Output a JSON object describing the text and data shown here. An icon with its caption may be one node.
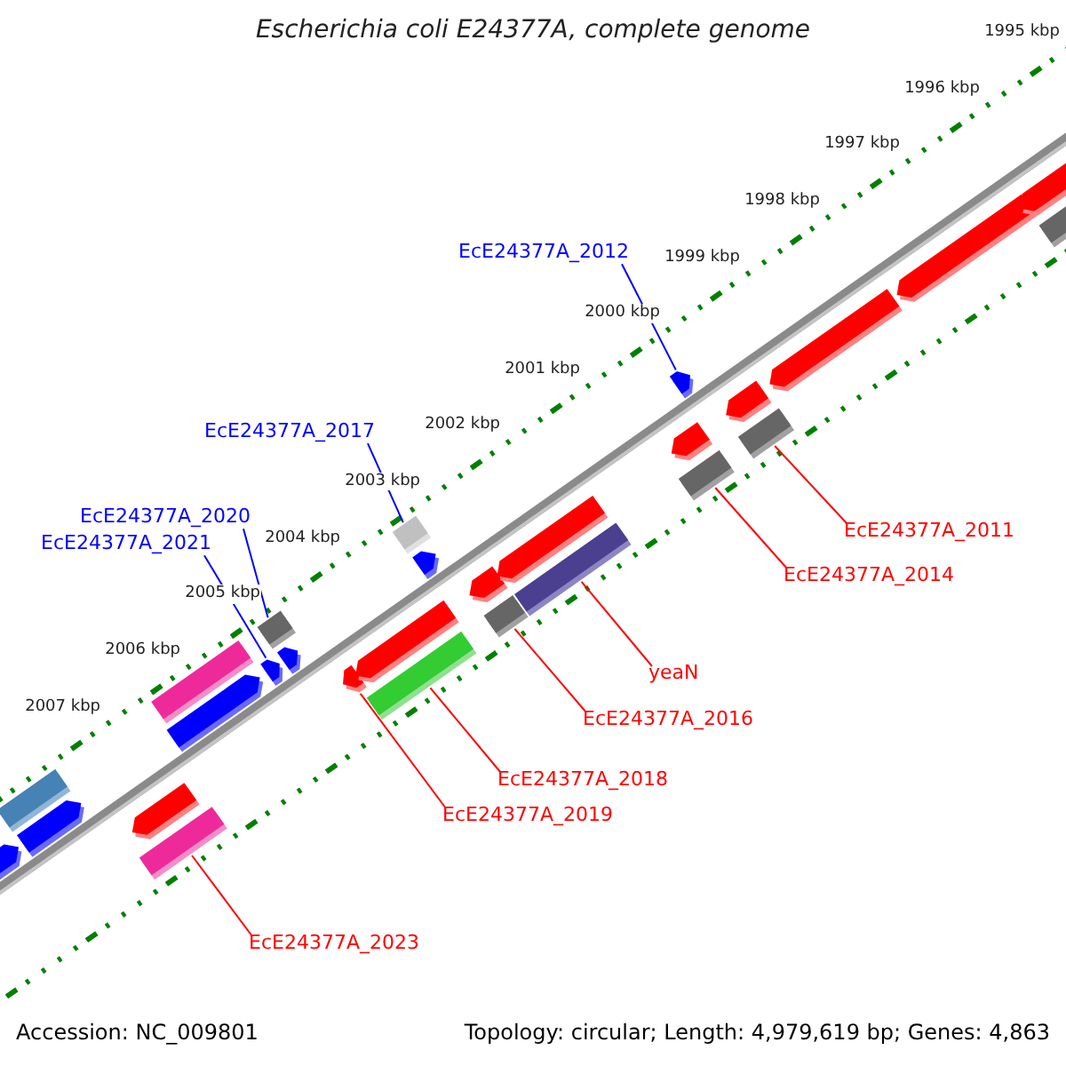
{
  "diagram": {
    "title": "Escherichia coli E24377A, complete genome",
    "nodes": [
      {
        "text": [
          "EcE24377A_2012"
        ]
      },
      {
        "text": [
          "EcE24377A_2017"
        ]
      },
      {
        "text": [
          "EcE24377A_2020"
        ]
      },
      {
        "text": [
          "EcE24377A_2021"
        ]
      },
      {
        "text": [
          "EcE24377A_2011"
        ]
      },
      {
        "text": [
          "EcE24377A_2014"
        ]
      },
      {
        "text": [
          "yeaN"
        ]
      },
      {
        "text": [
          "EcE24377A_2016"
        ]
      },
      {
        "text": [
          "EcE24377A_2018"
        ]
      },
      {
        "text": [
          "EcE24377A_2019"
        ]
      },
      {
        "text": [
          "EcE24377A_2023"
        ]
      },
      {
        "text": [],
        "shape": "pentagon"
      },
      {
        "text": [],
        "shape": "box"
      },
      {
        "text": [],
        "shape": "pentagon"
      },
      {
        "text": [],
        "shape": "pentagon"
      },
      {
        "text": [],
        "shape": "box"
      },
      {
        "text": [],
        "shape": "box"
      },
      {
        "text": [],
        "shape": "pentagon"
      },
      {
        "text": [],
        "shape": "pentagon"
      },
      {
        "text": [],
        "shape": "pentagon"
      },
      {
        "text": [],
        "shape": "box"
      },
      {
        "text": [],
        "shape": "pentagon"
      },
      {
        "text": [],
        "shape": "pentagon"
      },
      {
        "text": [],
        "shape": "box"
      },
      {
        "text": [],
        "shape": "pentagon"
      },
      {
        "text": [],
        "shape": "box"
      },
      {
        "text": [],
        "shape": "pentagon"
      },
      {
        "text": [],
        "shape": "box"
      },
      {
        "text": [],
        "shape": "pentagon"
      },
      {
        "text": [],
        "shape": "box"
      },
      {
        "text": [],
        "shape": "pentagon"
      },
      {
        "text": [],
        "shape": "box"
      },
      {
        "text": [],
        "shape": "pentagon"
      },
      {
        "text": [],
        "shape": "pentagon"
      },
      {
        "text": [],
        "shape": "box"
      },
      {
        "text": [],
        "shape": "pentagon"
      },
      {
        "text": [],
        "shape": "pentagon"
      },
      {
        "text": [],
        "shape": "pentagon"
      },
      {
        "text": [],
        "shape": "box"
      }
    ],
    "edges": [
      {
        "from": 0,
        "to": 32,
        "arrow": "none",
        "color": "#0000ff"
      },
      {
        "from": 1,
        "to": 25,
        "arrow": "none",
        "color": "#0000ff"
      },
      {
        "from": 2,
        "to": 20,
        "arrow": "none",
        "color": "#0000ff"
      },
      {
        "from": 3,
        "to": 18,
        "arrow": "none",
        "color": "#0000ff"
      },
      {
        "from": 4,
        "to": 34,
        "arrow": "none"
      },
      {
        "from": 5,
        "to": 31,
        "arrow": "none"
      },
      {
        "from": 6,
        "to": 29,
        "arrow": "none"
      },
      {
        "from": 7,
        "to": 27,
        "arrow": "none"
      },
      {
        "from": 8,
        "to": 23,
        "arrow": "none"
      },
      {
        "from": 9,
        "to": 21,
        "arrow": "none"
      },
      {
        "from": 10,
        "to": 15,
        "arrow": "none"
      }
    ],
    "labels": [
      "1995 kbp",
      "1996 kbp",
      "1997 kbp",
      "1998 kbp",
      "1999 kbp",
      "2000 kbp",
      "2001 kbp",
      "2002 kbp",
      "2003 kbp",
      "2004 kbp",
      "2005 kbp",
      "2006 kbp",
      "2007 kbp",
      "Accession: NC_009801",
      "Topology: circular; Length: 4,979,619 bp; Genes: 4,863"
    ]
  }
}
